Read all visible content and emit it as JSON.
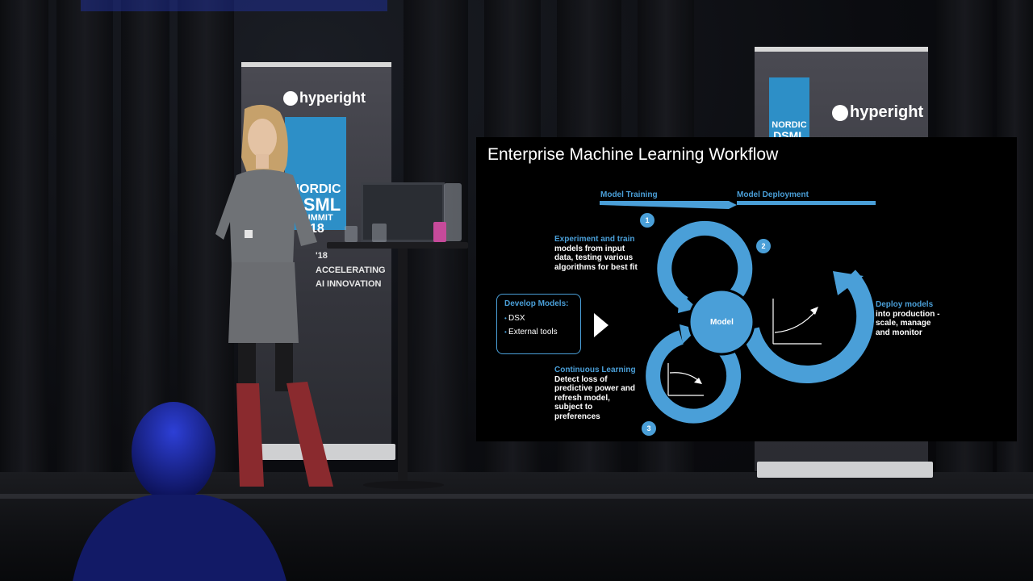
{
  "colors": {
    "slide_accent": "#4a9fd8",
    "slide_bg": "#000000",
    "banner_blue": "#2d8fc7",
    "skirt": "#6e6e6e",
    "boots": "#8a2a2e"
  },
  "left_banner": {
    "logo_text": "hyperight",
    "summit_lines": [
      "NORDIC",
      "DSML",
      "SUMMIT",
      "'18"
    ],
    "tag_lines": [
      "'18",
      "ACCELERATING",
      "AI INNOVATION"
    ]
  },
  "right_banner": {
    "logo_text": "hyperight",
    "summit_lines": [
      "NORDIC",
      "DSML"
    ]
  },
  "slide": {
    "title": "Enterprise Machine Learning Workflow",
    "stage_labels": [
      "Model Training",
      "Model Deployment"
    ],
    "center_label": "Model",
    "step_numbers": [
      "1",
      "2",
      "3"
    ],
    "develop_box": {
      "heading": "Develop Models:",
      "items": [
        "DSX",
        "External tools"
      ]
    },
    "experiment": {
      "highlight": "Experiment and train",
      "body": "models from input data, testing various algorithms for best fit"
    },
    "continuous": {
      "highlight": "Continuous Learning",
      "body": "Detect loss of predictive power and refresh model, subject to preferences"
    },
    "deploy": {
      "highlight": "Deploy models",
      "body": "into production - scale,  manage and monitor"
    }
  }
}
